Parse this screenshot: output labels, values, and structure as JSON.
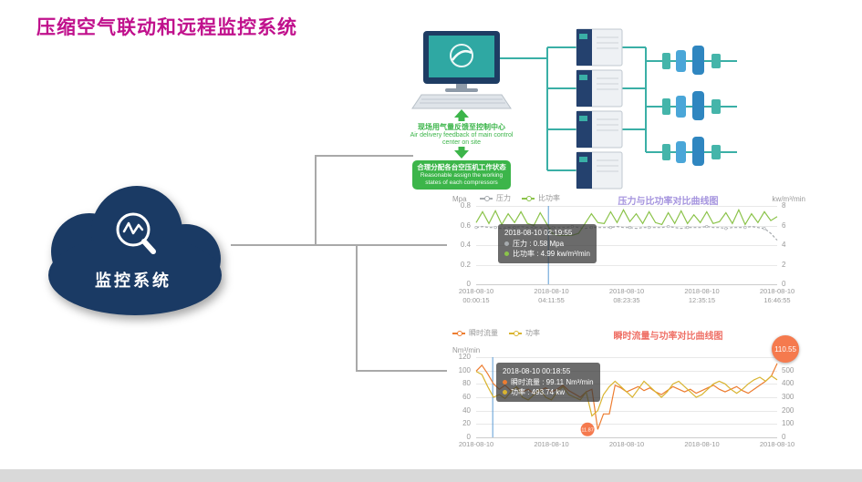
{
  "page": {
    "title": "压缩空气联动和远程监控系统"
  },
  "cloud": {
    "label": "监控系统",
    "color": "#1a3a64"
  },
  "diagram": {
    "feedback_cn": "现场用气量反馈至控制中心",
    "feedback_en": "Air delivery feedback of main control center on site",
    "assign_cn": "合理分配各台空压机工作状态",
    "assign_en": "Reasonable assign the working states of each compressors"
  },
  "chart_data": [
    {
      "id": "chart1",
      "type": "line",
      "title": "压力与比功率对比曲线图",
      "title_color": "#a493de",
      "legend": [
        {
          "label": "压力",
          "color": "#a6aaae"
        },
        {
          "label": "比功率",
          "color": "#8bc34a"
        }
      ],
      "y_left": {
        "unit": "Mpa",
        "max": 0.8,
        "ticks": [
          "0.8",
          "0.6",
          "0.4",
          "0.2",
          "0"
        ]
      },
      "y_right": {
        "unit": "kw/m³/min",
        "max": 8,
        "ticks": [
          "8",
          "6",
          "4",
          "2",
          "0"
        ]
      },
      "x_ticks": [
        [
          "2018-08-10",
          "00:00:15"
        ],
        [
          "2018-08-10",
          "04:11:55"
        ],
        [
          "2018-08-10",
          "08:23:35"
        ],
        [
          "2018-08-10",
          "12:35:15"
        ],
        [
          "2018-08-10",
          "16:46:55"
        ]
      ],
      "marker_frac": 0.24,
      "tooltip": {
        "title": "2018-08-10 02:19:55",
        "rows": [
          {
            "color": "#a6aaae",
            "text": "压力 : 0.58 Mpa"
          },
          {
            "color": "#8bc34a",
            "text": "比功率 : 4.99 kw/m³/min"
          }
        ]
      },
      "series": [
        {
          "name": "压力",
          "color": "#a6aaae",
          "axis": "left",
          "dashed": true,
          "markers": true,
          "values": [
            0.58,
            0.59,
            0.58,
            0.58,
            0.57,
            0.58,
            0.58,
            0.59,
            0.58,
            0.58,
            0.58,
            0.57,
            0.58,
            0.58,
            0.58,
            0.59,
            0.58,
            0.57,
            0.58,
            0.58,
            0.58,
            0.58,
            0.59,
            0.58,
            0.58,
            0.57,
            0.58,
            0.58,
            0.58,
            0.58,
            0.59,
            0.58,
            0.57,
            0.58,
            0.58,
            0.58,
            0.59,
            0.58,
            0.58,
            0.57,
            0.58,
            0.58,
            0.58,
            0.59,
            0.58,
            0.57,
            0.52,
            0.45
          ]
        },
        {
          "name": "比功率",
          "color": "#8bc34a",
          "axis": "right",
          "values": [
            6.3,
            7.4,
            6.2,
            7.5,
            6.1,
            7.2,
            6.3,
            7.4,
            6.2,
            6.0,
            7.3,
            6.2,
            5.1,
            5.0,
            4.99,
            5.0,
            5.2,
            6.2,
            7.2,
            6.3,
            6.2,
            7.4,
            6.3,
            7.6,
            6.4,
            7.2,
            6.2,
            7.4,
            6.3,
            6.1,
            7.3,
            6.2,
            7.5,
            6.2,
            7.1,
            6.3,
            7.4,
            6.2,
            6.4,
            7.3,
            6.2,
            7.6,
            6.1,
            7.2,
            6.3,
            7.4,
            6.5,
            6.9
          ]
        }
      ]
    },
    {
      "id": "chart2",
      "type": "line",
      "title": "瞬时流量与功率对比曲线图",
      "title_color": "#ef7066",
      "legend": [
        {
          "label": "瞬时流量",
          "color": "#ed7d31"
        },
        {
          "label": "功率",
          "color": "#d9b430"
        }
      ],
      "y_left": {
        "unit": "Nm³/min",
        "max": 120,
        "ticks": [
          "120",
          "100",
          "80",
          "60",
          "40",
          "20",
          "0"
        ]
      },
      "y_right": {
        "unit": "",
        "max": 600,
        "ticks": [
          "600",
          "500",
          "400",
          "300",
          "200",
          "100",
          "0"
        ]
      },
      "x_ticks": [
        [
          "2018-08-10"
        ],
        [
          "2018-08-10"
        ],
        [
          "2018-08-10"
        ],
        [
          "2018-08-10"
        ],
        [
          "2018-08-10"
        ]
      ],
      "marker_frac": 0.055,
      "tooltip": {
        "title": "2018-08-10 00:18:55",
        "rows": [
          {
            "color": "#ed7d31",
            "text": "瞬时流量 : 99.11 Nm³/min"
          },
          {
            "color": "#d9b430",
            "text": "功率 : 493.74 kw"
          }
        ]
      },
      "badge": {
        "text": "110.55",
        "color": "#f57a4e"
      },
      "point_label": {
        "text": "11.87",
        "x_frac": 0.37,
        "value": 11.87,
        "color": "#f57a4e"
      },
      "series": [
        {
          "name": "瞬时流量",
          "color": "#ed7d31",
          "axis": "left",
          "values": [
            99.11,
            108,
            95,
            80,
            72,
            78,
            70,
            75,
            68,
            72,
            65,
            70,
            74,
            68,
            72,
            78,
            70,
            65,
            60,
            68,
            72,
            11.87,
            35,
            35,
            78,
            74,
            68,
            72,
            76,
            70,
            74,
            68,
            64,
            70,
            76,
            72,
            68,
            72,
            66,
            70,
            74,
            78,
            72,
            68,
            72,
            76,
            70,
            66,
            72,
            78,
            84,
            92,
            110.55
          ]
        },
        {
          "name": "功率",
          "color": "#d9b430",
          "axis": "right",
          "values": [
            493.74,
            470,
            380,
            300,
            320,
            290,
            340,
            380,
            300,
            280,
            320,
            360,
            300,
            280,
            340,
            380,
            320,
            300,
            280,
            340,
            160,
            200,
            320,
            380,
            420,
            380,
            340,
            300,
            360,
            420,
            380,
            340,
            300,
            340,
            400,
            420,
            380,
            340,
            300,
            320,
            360,
            400,
            420,
            400,
            360,
            330,
            360,
            400,
            430,
            450,
            420,
            460,
            430
          ]
        }
      ]
    }
  ]
}
